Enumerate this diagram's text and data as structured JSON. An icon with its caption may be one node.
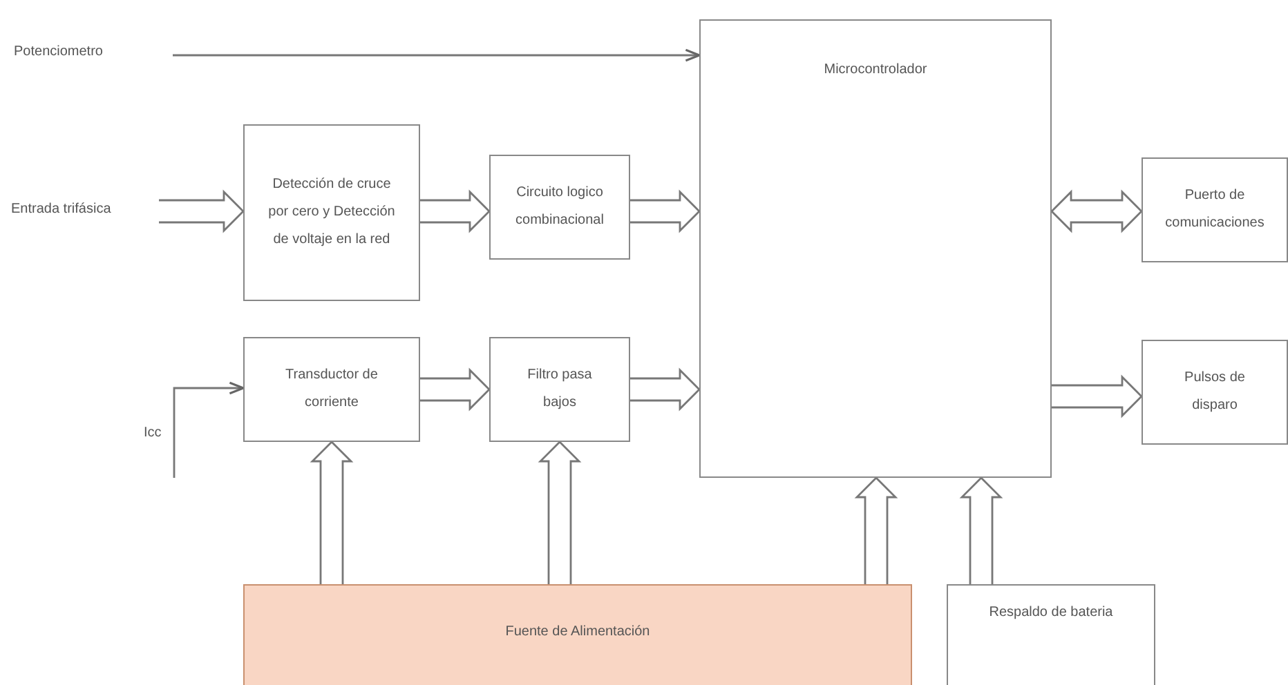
{
  "diagram": {
    "nodes": [
      {
        "text": [
          "Potenciometro"
        ]
      },
      {
        "text": [
          "Microcontrolador"
        ]
      },
      {
        "text": [
          "Entrada trifásica"
        ]
      },
      {
        "text": [
          "Detección de cruce por cero y Detección de voltaje en la red"
        ]
      },
      {
        "text": [
          "Circuito logico combinacional"
        ]
      },
      {
        "text": [
          "Puerto de comunicaciones"
        ]
      },
      {
        "text": [
          "Icc"
        ]
      },
      {
        "text": [
          "Transductor de corriente"
        ]
      },
      {
        "text": [
          "Filtro pasa bajos"
        ]
      },
      {
        "text": [
          "Pulsos de disparo"
        ]
      },
      {
        "text": [
          "Fuente de Alimentación"
        ]
      },
      {
        "text": [
          "Respaldo de bateria"
        ]
      }
    ],
    "edges": [
      {
        "from": 0,
        "to": 1,
        "arrow": "to"
      },
      {
        "from": 2,
        "to": 3,
        "arrow": "to",
        "style": "thick"
      },
      {
        "from": 3,
        "to": 4,
        "arrow": "to",
        "style": "thick"
      },
      {
        "from": 4,
        "to": 1,
        "arrow": "to",
        "style": "thick"
      },
      {
        "from": 1,
        "to": 5,
        "arrow": "both",
        "style": "thick"
      },
      {
        "from": 6,
        "to": 7,
        "arrow": "to"
      },
      {
        "from": 7,
        "to": 8,
        "arrow": "to",
        "style": "thick"
      },
      {
        "from": 8,
        "to": 1,
        "arrow": "to",
        "style": "thick"
      },
      {
        "from": 1,
        "to": 9,
        "arrow": "to",
        "style": "thick"
      },
      {
        "from": 10,
        "to": 7,
        "arrow": "to",
        "style": "thick"
      },
      {
        "from": 10,
        "to": 8,
        "arrow": "to",
        "style": "thick"
      },
      {
        "from": 10,
        "to": 1,
        "arrow": "to",
        "style": "thick"
      },
      {
        "from": 11,
        "to": 1,
        "arrow": "to",
        "style": "thick"
      }
    ]
  }
}
